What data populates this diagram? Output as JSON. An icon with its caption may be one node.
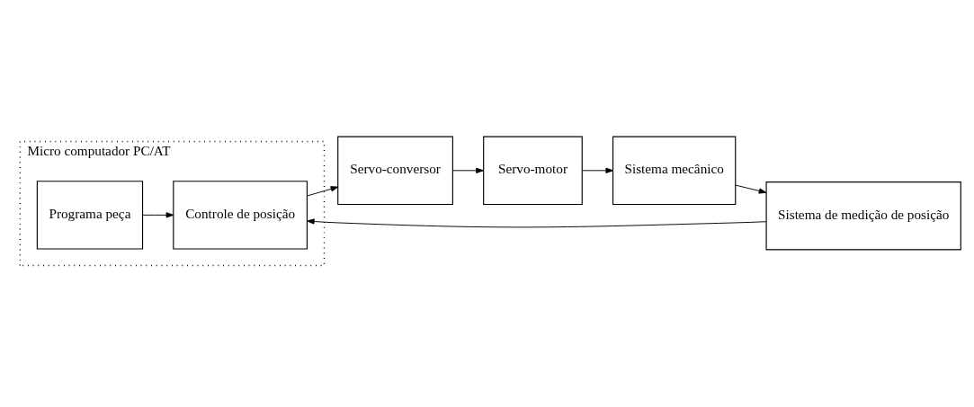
{
  "diagram": {
    "nodes": [
      {
        "text": [
          "Micro computador PC/AT"
        ]
      },
      {
        "text": [
          "Programa peça"
        ],
        "in": 0
      },
      {
        "text": [
          "Controle de posição"
        ],
        "in": 0
      },
      {
        "text": [
          "Servo-conversor"
        ]
      },
      {
        "text": [
          "Servo-motor"
        ]
      },
      {
        "text": [
          "Sistema mecânico"
        ]
      },
      {
        "text": [
          "Sistema de medição de posição"
        ]
      }
    ],
    "edges": [
      {
        "from": 1,
        "to": 2,
        "arrow": "to"
      },
      {
        "from": 2,
        "to": 3,
        "arrow": "to"
      },
      {
        "from": 3,
        "to": 4,
        "arrow": "to"
      },
      {
        "from": 4,
        "to": 5,
        "arrow": "to"
      },
      {
        "from": 5,
        "to": 6,
        "arrow": "to"
      },
      {
        "from": 6,
        "to": 2,
        "arrow": "to"
      }
    ]
  }
}
